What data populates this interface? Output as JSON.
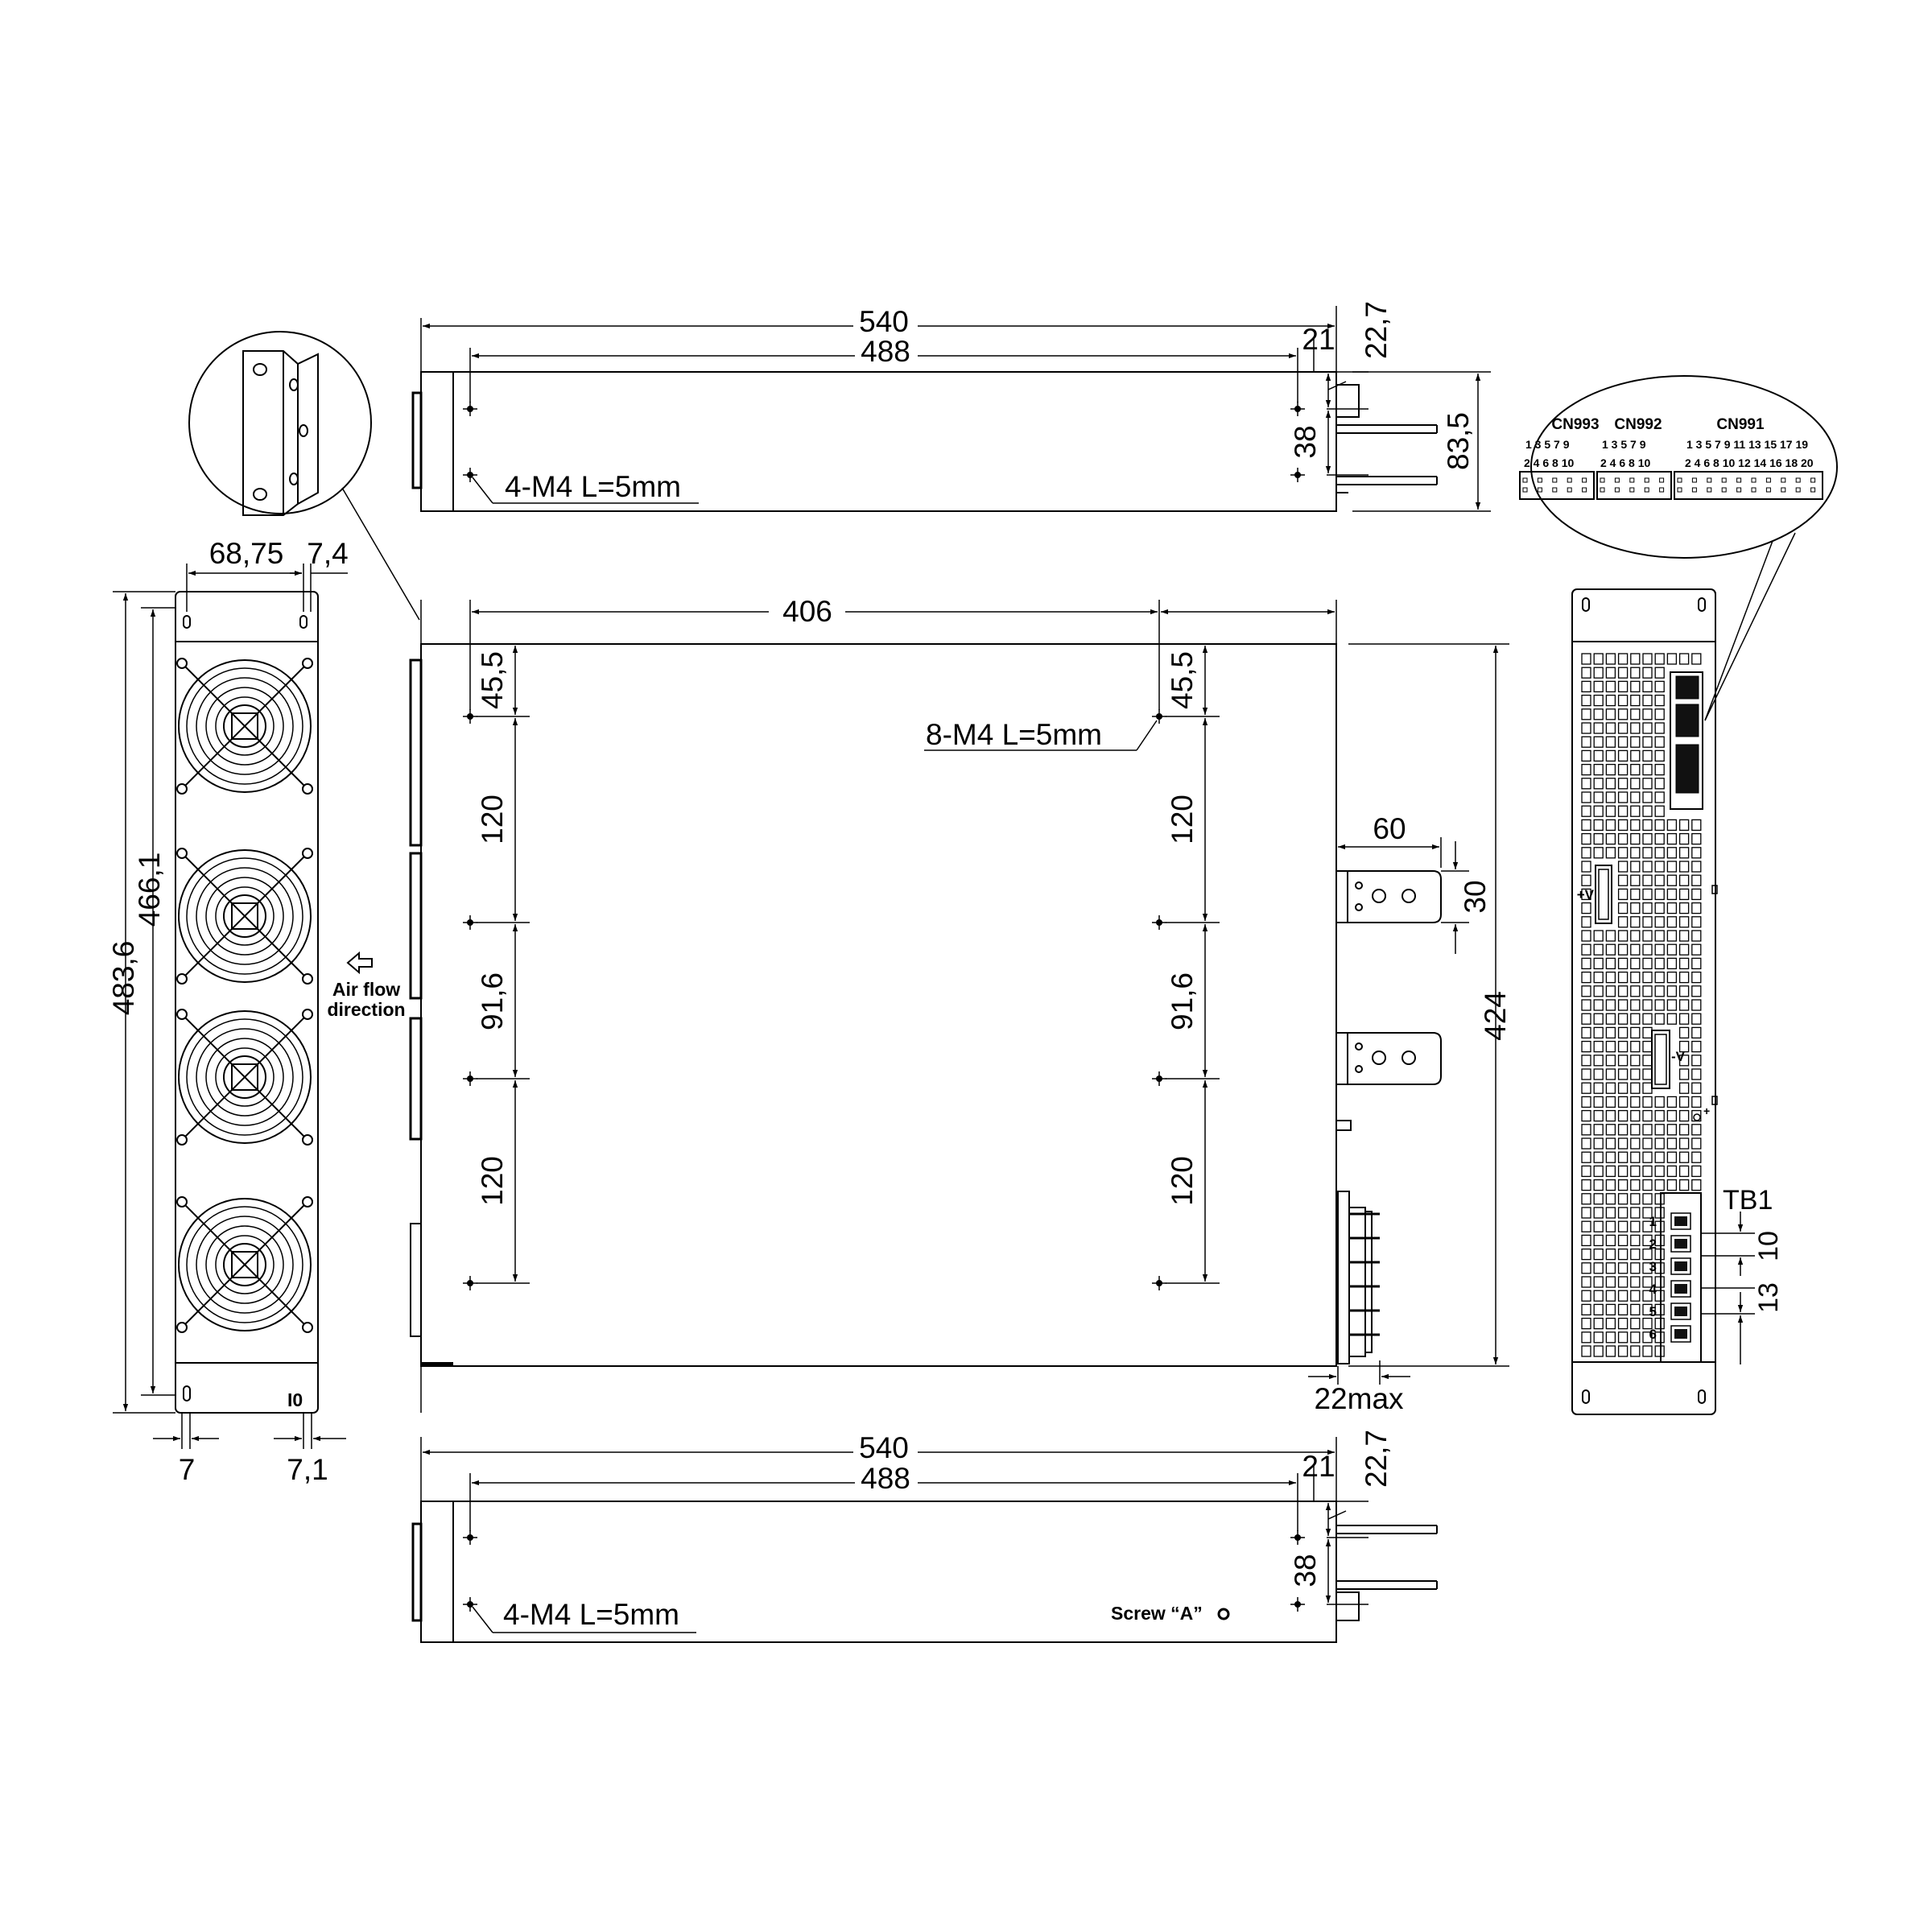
{
  "top_view": {
    "dim_length_total": "540",
    "dim_length_holes": "488",
    "dim_offset_right": "21",
    "dim_offset_top": "22,7",
    "dim_hole_spacing": "38",
    "dim_height": "83,5",
    "note_screws": "4-M4 L=5mm"
  },
  "bottom_view": {
    "dim_length_total": "540",
    "dim_length_holes": "488",
    "dim_offset_right": "21",
    "dim_offset_top": "22,7",
    "dim_hole_spacing": "38",
    "note_screws": "4-M4 L=5mm",
    "screw_label": "Screw “A”"
  },
  "front_view": {
    "dim_width_ears": "68,75",
    "dim_ear_offset": "7,4",
    "dim_height_total": "483,6",
    "dim_height_holes": "466,1",
    "dim_bottom_left": "7",
    "dim_bottom_right": "7,1",
    "airflow_line1": "Air flow",
    "airflow_line2": "direction"
  },
  "plan_view": {
    "dim_hole_span": "406",
    "dim_first_row": "45,5",
    "dim_row_spacing_a": "120",
    "dim_row_spacing_b": "91,6",
    "dim_row_spacing_c": "120",
    "dim_depth": "424",
    "dim_busbar_length": "60",
    "dim_busbar_width": "30",
    "dim_terminal_max": "22max",
    "note_screws": "8-M4 L=5mm"
  },
  "rear_view": {
    "label_plus_v": "+V",
    "label_minus_v": "-V",
    "label_tb1": "TB1",
    "tb1_pins": [
      "1",
      "2",
      "3",
      "4",
      "5",
      "6"
    ],
    "dim_tb1_pitch": "10",
    "dim_tb1_offset": "13"
  },
  "connector_detail": {
    "cn993": {
      "name": "CN993",
      "row_odd": "1 3 5 7 9",
      "row_even": "2 4 6 8 10"
    },
    "cn992": {
      "name": "CN992",
      "row_odd": "1 3 5 7 9",
      "row_even": "2 4 6 8 10"
    },
    "cn991": {
      "name": "CN991",
      "row_odd": "1 3 5 7 9 11 13 15 17 19",
      "row_even": "2 4 6 8 10 12 14 16 18 20"
    }
  },
  "colors": {
    "line": "#000000",
    "background": "#ffffff"
  }
}
